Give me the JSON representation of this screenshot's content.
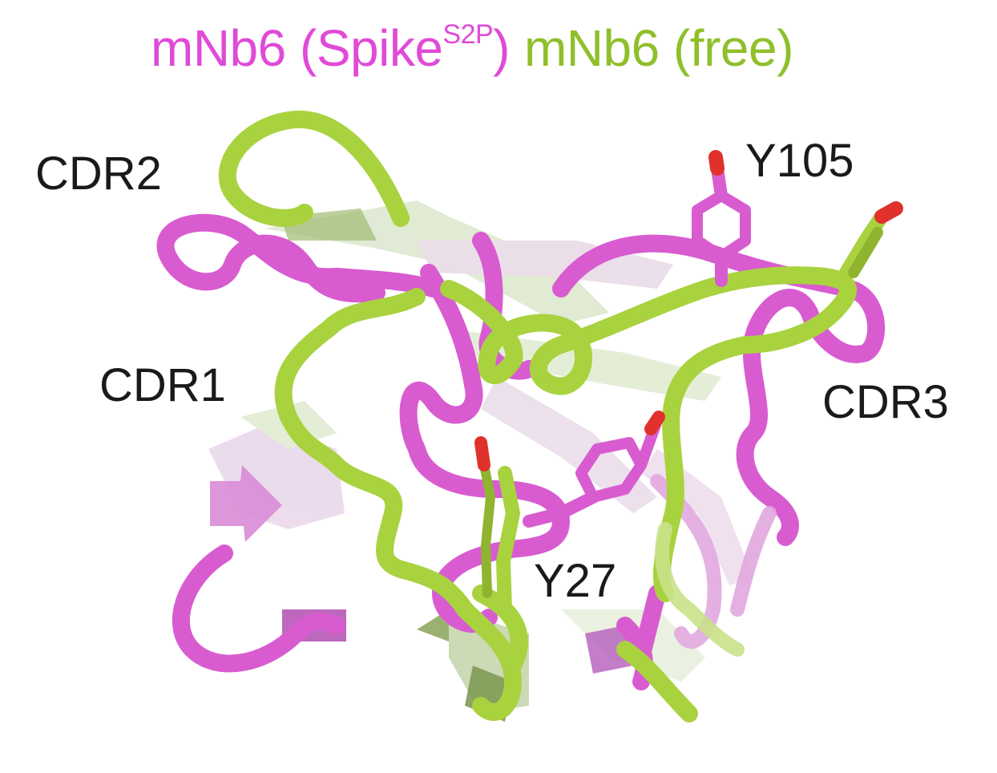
{
  "legend": {
    "bound_prefix": "mNb6 (Spike",
    "bound_superscript": "S2P",
    "bound_suffix": ")",
    "free": "mNb6 (free)"
  },
  "labels": {
    "cdr1": "CDR1",
    "cdr2": "CDR2",
    "cdr3": "CDR3",
    "y27": "Y27",
    "y105": "Y105"
  },
  "colors": {
    "bound": "#e04ad8",
    "free": "#8fbf2b",
    "oxygen": "#e0312b",
    "text": "#1a1a1a",
    "background": "#ffffff"
  }
}
